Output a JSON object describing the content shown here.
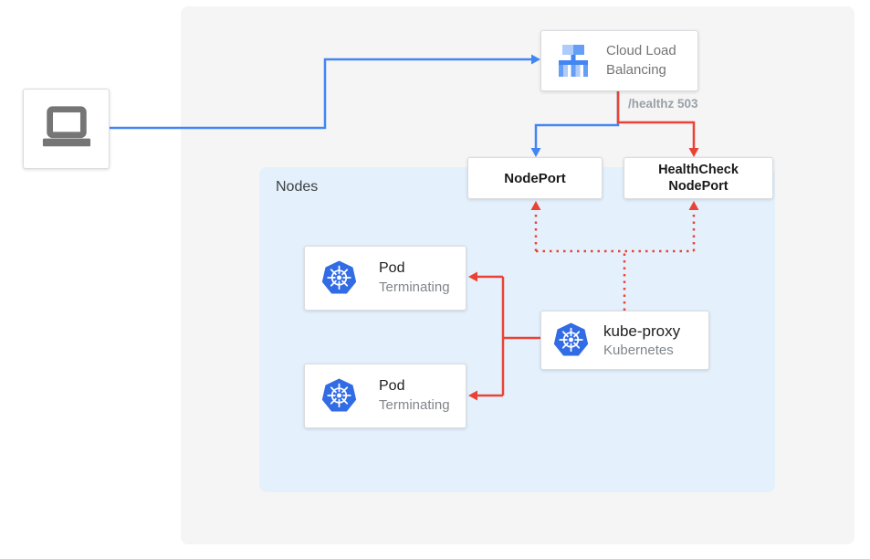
{
  "diagram": {
    "title_hint": "Kubernetes external load balancer health-check flow",
    "client": {
      "icon": "laptop-icon"
    },
    "clb": {
      "label": "Cloud Load Balancing",
      "icon": "cloud-load-balancing-icon"
    },
    "healthz_label": "/healthz 503",
    "nodeport": {
      "label": "NodePort"
    },
    "healthcheck_nodeport": {
      "label": "HealthCheck NodePort"
    },
    "nodes_group": {
      "label": "Nodes"
    },
    "pods": [
      {
        "title": "Pod",
        "subtitle": "Terminating",
        "icon": "kubernetes-icon"
      },
      {
        "title": "Pod",
        "subtitle": "Terminating",
        "icon": "kubernetes-icon"
      }
    ],
    "kube_proxy": {
      "title": "kube-proxy",
      "subtitle": "Kubernetes",
      "icon": "kubernetes-icon"
    },
    "edges": [
      {
        "from": "client-laptop",
        "to": "cloud-load-balancing",
        "style": "solid",
        "color": "blue"
      },
      {
        "from": "cloud-load-balancing",
        "to": "nodeport",
        "style": "solid",
        "color": "blue"
      },
      {
        "from": "cloud-load-balancing",
        "to": "healthcheck-nodeport",
        "style": "solid",
        "color": "red",
        "label": "/healthz 503"
      },
      {
        "from": "kube-proxy",
        "to": "nodeport",
        "style": "dotted",
        "color": "red"
      },
      {
        "from": "kube-proxy",
        "to": "healthcheck-nodeport",
        "style": "dotted",
        "color": "red"
      },
      {
        "from": "kube-proxy",
        "to": "pod-1",
        "style": "solid",
        "color": "red"
      },
      {
        "from": "kube-proxy",
        "to": "pod-2",
        "style": "solid",
        "color": "red"
      }
    ],
    "colors": {
      "traffic_blue": "#4285F4",
      "healthcheck_red": "#EA4335",
      "kubernetes_blue": "#326CE5",
      "nodes_bg": "#E4F1FD",
      "panel_bg": "#F5F5F5",
      "muted_text": "#80868B"
    }
  }
}
